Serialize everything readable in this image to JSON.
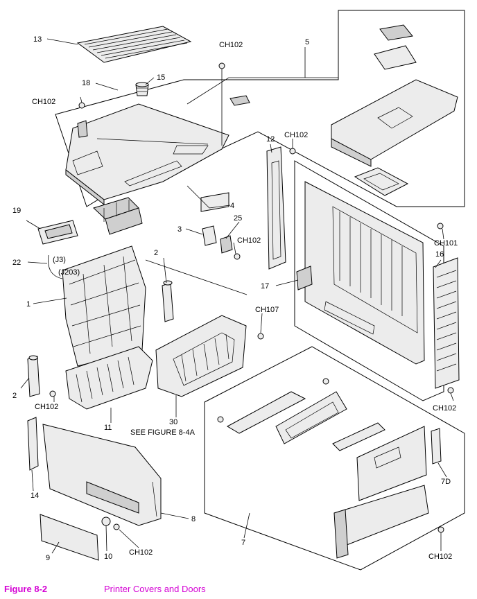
{
  "caption": {
    "figure": "Figure 8-2",
    "title": "Printer Covers and Doors",
    "color": "#d400d4"
  },
  "callouts": {
    "p13": "13",
    "p5": "5",
    "p18": "18",
    "p15": "15",
    "p12": "12",
    "p4": "4",
    "p3": "3",
    "p25": "25",
    "p19": "19",
    "p22": "22",
    "j3": "(J3)",
    "j203": "(J203)",
    "p1": "1",
    "p2a": "2",
    "p2b": "2",
    "p17": "17",
    "p16": "16",
    "p11": "11",
    "p30": "30",
    "see_figure": "SEE FIGURE 8-4A",
    "p14": "14",
    "p8": "8",
    "p9": "9",
    "p10": "10",
    "p7": "7",
    "p7d": "7D",
    "ch102_a": "CH102",
    "ch102_b": "CH102",
    "ch102_c": "CH102",
    "ch102_d": "CH102",
    "ch102_e": "CH102",
    "ch102_f": "CH102",
    "ch102_g": "CH102",
    "ch102_h": "CH102",
    "ch101": "CH101",
    "ch107": "CH107"
  }
}
